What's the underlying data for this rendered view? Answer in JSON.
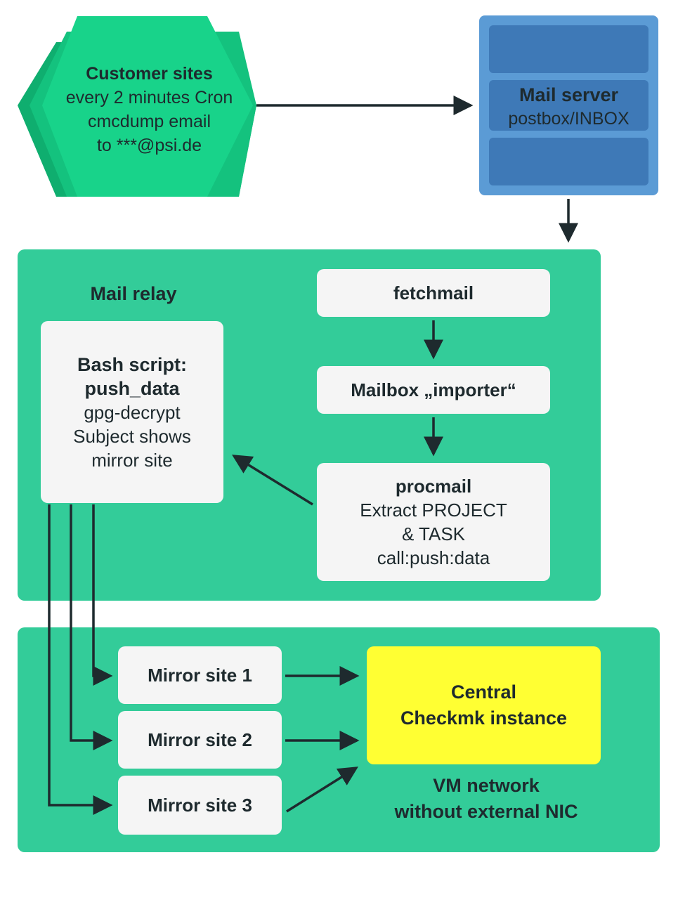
{
  "customer_sites": {
    "title": "Customer sites",
    "line1": "every 2 minutes Cron",
    "line2": "cmcdump email",
    "line3": "to ***@psi.de"
  },
  "mail_server": {
    "title": "Mail server",
    "subtitle": "postbox/INBOX"
  },
  "mail_relay": {
    "title": "Mail relay",
    "fetchmail": "fetchmail",
    "mailbox_importer": "Mailbox „importer“",
    "procmail": {
      "title": "procmail",
      "line1": "Extract PROJECT",
      "line2": "& TASK",
      "line3": "call:push:data"
    },
    "bash_script": {
      "title1": "Bash script:",
      "title2": "push_data",
      "line1": "gpg-decrypt",
      "line2": "Subject shows",
      "line3": "mirror site"
    }
  },
  "vm_network": {
    "mirror1": "Mirror site 1",
    "mirror2": "Mirror site 2",
    "mirror3": "Mirror site 3",
    "central_line1": "Central",
    "central_line2": "Checkmk instance",
    "network_line1": "VM network",
    "network_line2": "without external NIC"
  },
  "colors": {
    "hexagon": "#18d38a",
    "hexagon_back": "#12b877",
    "panel": "#33cc99",
    "box": "#f5f5f5",
    "mail_server": "#5b9bd5",
    "mail_slot": "#3e79b7",
    "checkmk": "#ffff33",
    "arrow": "#1e2a2e"
  }
}
